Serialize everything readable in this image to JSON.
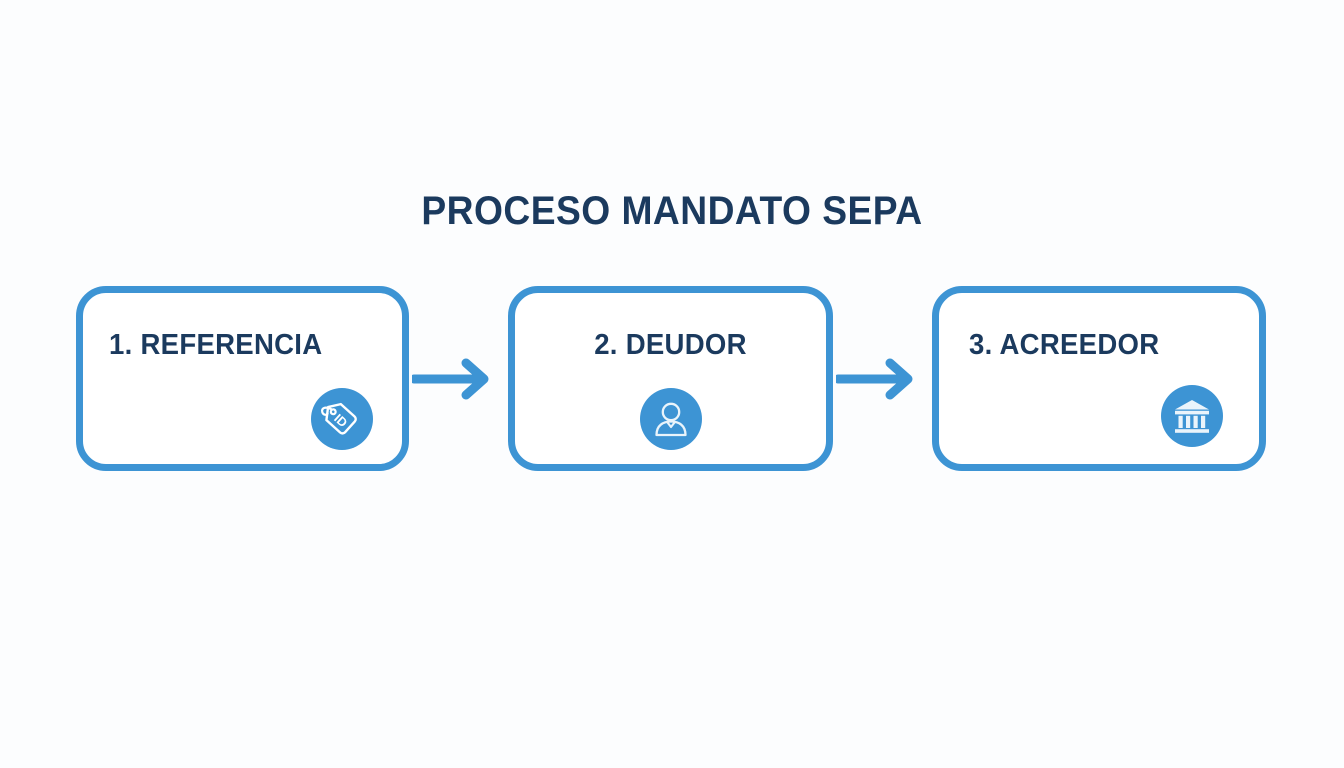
{
  "diagram": {
    "title": "PROCESO MANDATO SEPA",
    "type": "horizontal-process-flow",
    "background_color": "#fcfdfe",
    "accent_color": "#3d94d4",
    "text_color": "#1b3a5e",
    "steps": [
      {
        "number": "1",
        "label": "1. REFERENCIA",
        "icon": "id-tag-icon",
        "icon_text": "ID",
        "icon_position": "bottom-right"
      },
      {
        "number": "2",
        "label": "2. DEUDOR",
        "icon": "person-icon",
        "icon_text": "",
        "icon_position": "bottom-center"
      },
      {
        "number": "3",
        "label": "3. ACREEDOR",
        "icon": "bank-icon",
        "icon_text": "",
        "icon_position": "bottom-right"
      }
    ],
    "connectors": [
      {
        "name": "arrow-1",
        "from": "1. REFERENCIA",
        "to": "2. DEUDOR",
        "icon": "arrow-right-icon"
      },
      {
        "name": "arrow-2",
        "from": "2. DEUDOR",
        "to": "3. ACREEDOR",
        "icon": "arrow-right-icon"
      }
    ]
  }
}
